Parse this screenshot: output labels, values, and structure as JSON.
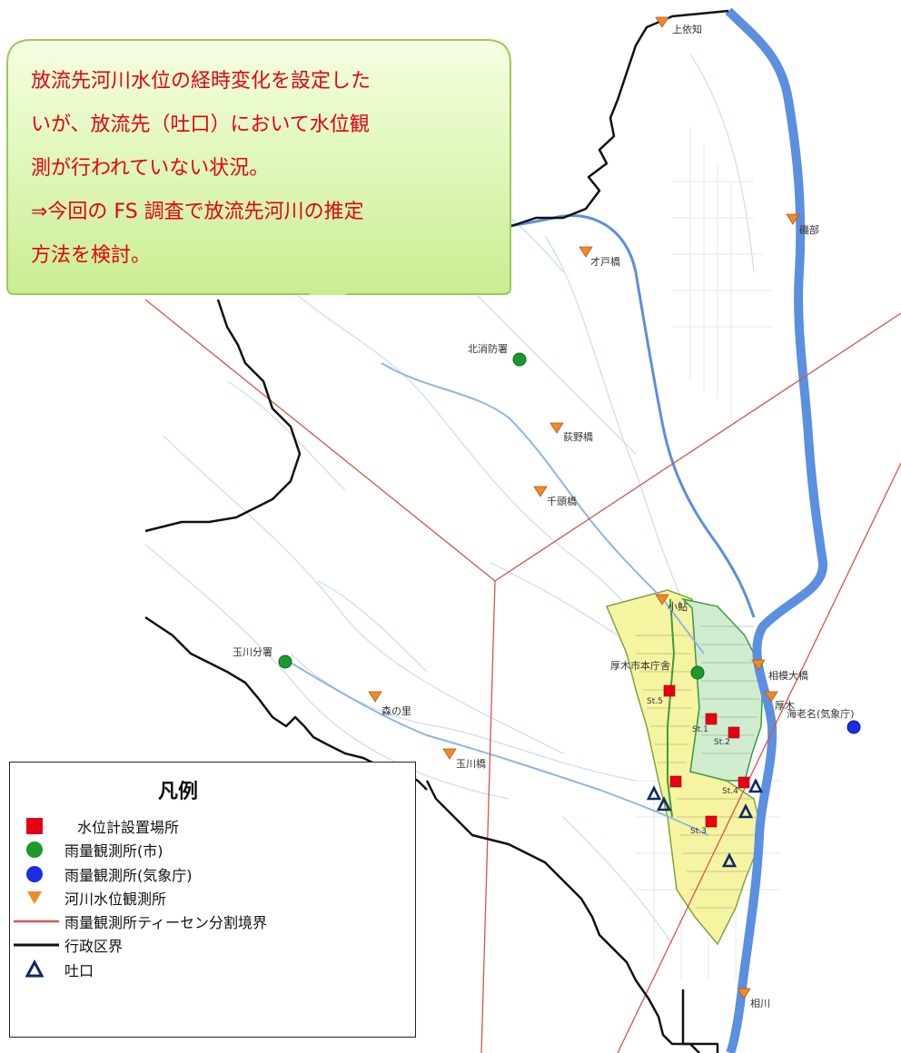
{
  "callout": {
    "lines": [
      "放流先河川水位の経時変化を設定した",
      "いが、放流先（吐口）において水位観",
      "測が行われていない状況。",
      "⇒今回の FS 調査で放流先河川の推定",
      "方法を検討。"
    ]
  },
  "colors": {
    "river": "#5b8fe0",
    "boundary": "#111111",
    "thiessen": "#d9534f",
    "rain_city": "#1a9a2a",
    "rain_jma": "#1a2ee6",
    "water_level": "#f08a28",
    "gauge": "#e60012",
    "outfall": "#0d2a66",
    "area_yellow": "#f6f4a0",
    "area_green": "#cfeccf",
    "callout_text": "#e60012"
  },
  "labels": {
    "stations": [
      "上依知",
      "磯部",
      "才戸橋",
      "北消防署",
      "荻野橋",
      "千頭橋",
      "小鮎",
      "厚木市本庁舎",
      "相模大橋",
      "厚木",
      "海老名(気象庁)",
      "玉川分署",
      "森の里",
      "玉川橋",
      "相川"
    ],
    "gauges": [
      "St.5",
      "St.1",
      "St.2",
      "St.4",
      "St.3"
    ]
  },
  "legend": {
    "title": "凡例",
    "items": [
      {
        "icon": "square-icon",
        "label": "水位計設置場所"
      },
      {
        "icon": "circle-green-icon",
        "label": "雨量観測所(市)"
      },
      {
        "icon": "circle-blue-icon",
        "label": "雨量観測所(気象庁)"
      },
      {
        "icon": "triangle-down-icon",
        "label": "河川水位観測所"
      },
      {
        "icon": "red-line-icon",
        "label": "雨量観測所ティーセン分割境界"
      },
      {
        "icon": "black-line-icon",
        "label": "行政区界"
      },
      {
        "icon": "triangle-outline-icon",
        "label": "吐口"
      }
    ]
  }
}
